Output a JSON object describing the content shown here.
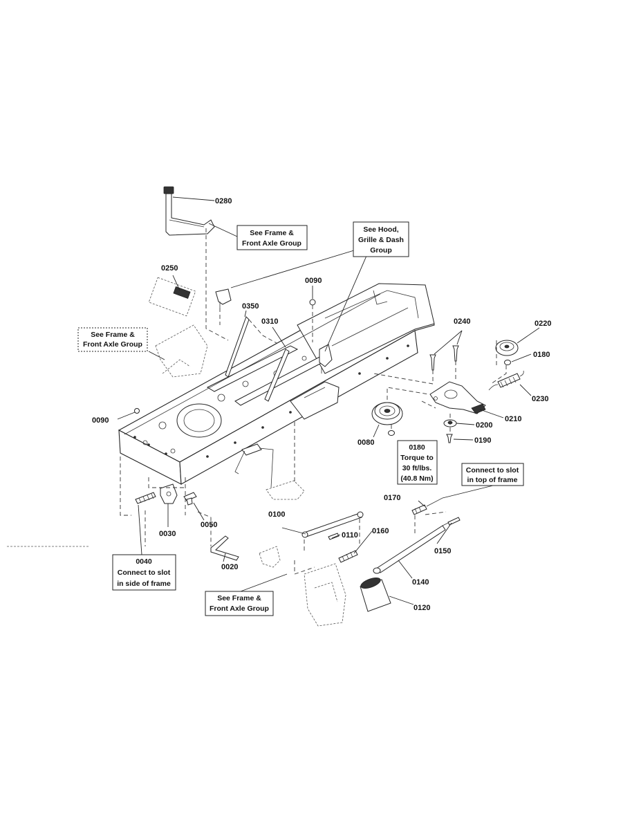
{
  "parts": [
    {
      "id": "p0280",
      "label": "0280"
    },
    {
      "id": "p0250",
      "label": "0250"
    },
    {
      "id": "p0090a",
      "label": "0090"
    },
    {
      "id": "p0350",
      "label": "0350"
    },
    {
      "id": "p0310",
      "label": "0310"
    },
    {
      "id": "p0240",
      "label": "0240"
    },
    {
      "id": "p0220",
      "label": "0220"
    },
    {
      "id": "p0180a",
      "label": "0180"
    },
    {
      "id": "p0230",
      "label": "0230"
    },
    {
      "id": "p0210",
      "label": "0210"
    },
    {
      "id": "p0200",
      "label": "0200"
    },
    {
      "id": "p0190",
      "label": "0190"
    },
    {
      "id": "p0080",
      "label": "0080"
    },
    {
      "id": "p0090b",
      "label": "0090"
    },
    {
      "id": "p0170",
      "label": "0170"
    },
    {
      "id": "p0100",
      "label": "0100"
    },
    {
      "id": "p0110",
      "label": "0110"
    },
    {
      "id": "p0160",
      "label": "0160"
    },
    {
      "id": "p0150",
      "label": "0150"
    },
    {
      "id": "p0140",
      "label": "0140"
    },
    {
      "id": "p0120",
      "label": "0120"
    },
    {
      "id": "p0030",
      "label": "0030"
    },
    {
      "id": "p0050",
      "label": "0050"
    },
    {
      "id": "p0020",
      "label": "0020"
    }
  ],
  "callouts": [
    {
      "id": "c_frame_top",
      "lines": [
        "See Frame &",
        "Front Axle Group"
      ]
    },
    {
      "id": "c_hood",
      "lines": [
        "See Hood,",
        "Grille & Dash",
        "Group"
      ]
    },
    {
      "id": "c_frame_left",
      "lines": [
        "See Frame &",
        "Front Axle Group"
      ]
    },
    {
      "id": "c_0180",
      "lines": [
        "0180",
        "Torque to",
        "30 ft/lbs.",
        "(40.8 Nm)"
      ]
    },
    {
      "id": "c_slot_top",
      "lines": [
        "Connect to slot",
        "in top of frame"
      ]
    },
    {
      "id": "c_0040",
      "lines": [
        "0040",
        "Connect to slot",
        "in side of frame"
      ]
    },
    {
      "id": "c_frame_bottom",
      "lines": [
        "See Frame &",
        "Front Axle Group"
      ]
    }
  ]
}
